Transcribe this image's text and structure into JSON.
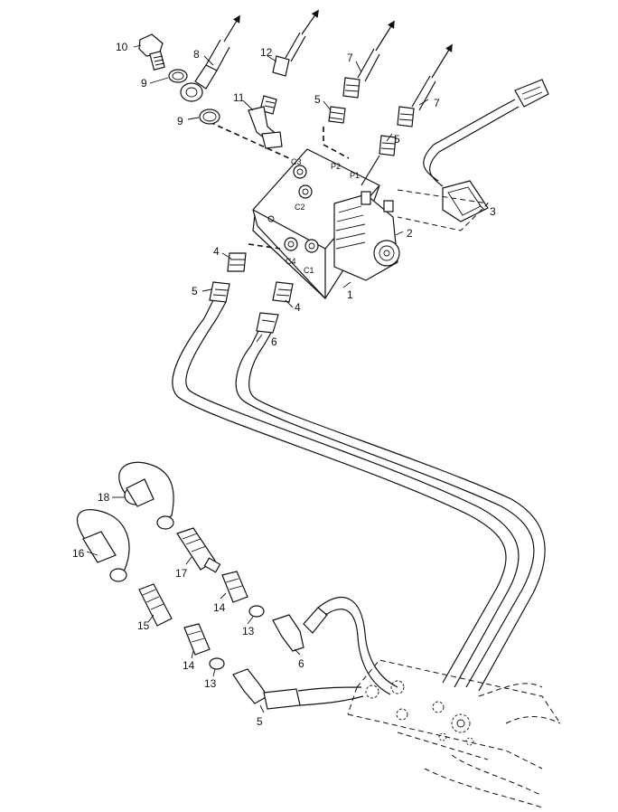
{
  "callouts": [
    {
      "id": "c10",
      "text": "10"
    },
    {
      "id": "c8",
      "text": "8"
    },
    {
      "id": "c12",
      "text": "12"
    },
    {
      "id": "c7a",
      "text": "7"
    },
    {
      "id": "c7b",
      "text": "7"
    },
    {
      "id": "c9a",
      "text": "9"
    },
    {
      "id": "c9b",
      "text": "9"
    },
    {
      "id": "c11",
      "text": "11"
    },
    {
      "id": "c5a",
      "text": "5"
    },
    {
      "id": "c5b",
      "text": "5"
    },
    {
      "id": "c3",
      "text": "3"
    },
    {
      "id": "c2",
      "text": "2"
    },
    {
      "id": "c1",
      "text": "1"
    },
    {
      "id": "c4a",
      "text": "4"
    },
    {
      "id": "c5c",
      "text": "5"
    },
    {
      "id": "c4b",
      "text": "4"
    },
    {
      "id": "c6a",
      "text": "6"
    },
    {
      "id": "c18",
      "text": "18"
    },
    {
      "id": "c16",
      "text": "16"
    },
    {
      "id": "c17",
      "text": "17"
    },
    {
      "id": "c14a",
      "text": "14"
    },
    {
      "id": "c15",
      "text": "15"
    },
    {
      "id": "c13a",
      "text": "13"
    },
    {
      "id": "c6b",
      "text": "6"
    },
    {
      "id": "c14b",
      "text": "14"
    },
    {
      "id": "c13b",
      "text": "13"
    },
    {
      "id": "c5d",
      "text": "5"
    }
  ],
  "ports": {
    "c3": "C3",
    "c2": "C2",
    "p2": "P2",
    "p1": "P1",
    "c4": "C4",
    "c1": "C1"
  }
}
